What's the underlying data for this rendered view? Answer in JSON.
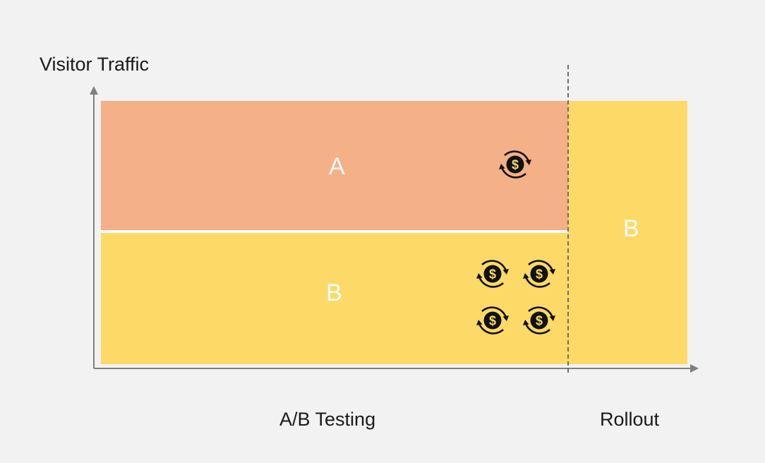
{
  "axes": {
    "y_label": "Visitor Traffic",
    "x_labels": {
      "testing": "A/B Testing",
      "rollout": "Rollout"
    }
  },
  "regions": {
    "variant_a": {
      "label": "A",
      "color": "#f4b086",
      "revenue_icons": 1
    },
    "variant_b_test": {
      "label": "B",
      "color": "#fdd968",
      "revenue_icons": 4
    },
    "variant_b_rollout": {
      "label": "B",
      "color": "#fdd968"
    }
  },
  "icons": {
    "revenue": "dollar-cycle-icon"
  },
  "colors": {
    "background": "#f2f2f2",
    "axis": "#7f7f7f",
    "divider": "#6b6b6b",
    "icon": "#111111"
  }
}
